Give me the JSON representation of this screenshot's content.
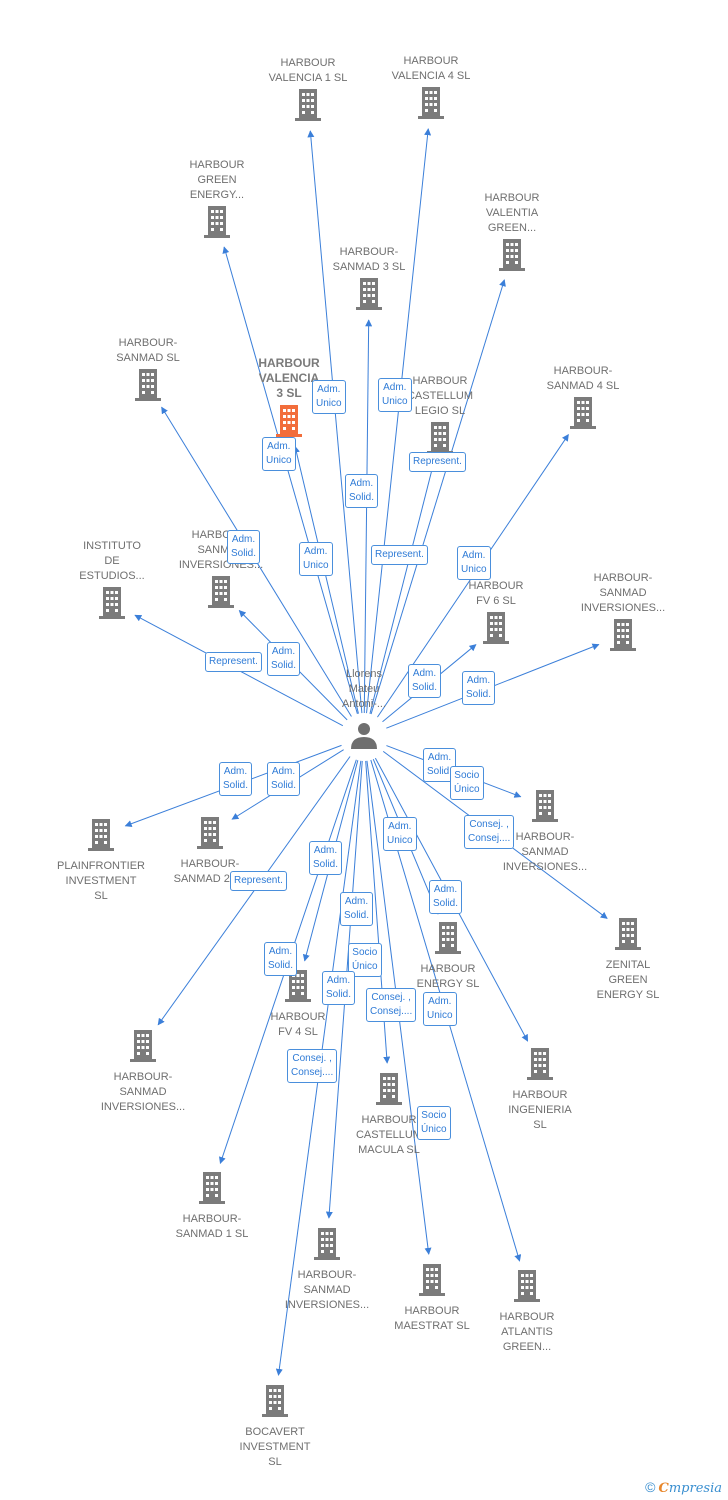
{
  "center": {
    "label_lines": [
      "Llorens",
      "Mateu",
      "Antoni-..."
    ],
    "icon": "person-icon"
  },
  "colors": {
    "edge": "#3b7fd9",
    "node": "#7b7b7b",
    "highlight": "#f26d3b"
  },
  "nodes": [
    {
      "id": "valencia1",
      "lines": [
        "HARBOUR",
        "VALENCIA 1  SL"
      ],
      "icon": "building-icon"
    },
    {
      "id": "valencia4",
      "lines": [
        "HARBOUR",
        "VALENCIA 4  SL"
      ],
      "icon": "building-icon"
    },
    {
      "id": "green_energy",
      "lines": [
        "HARBOUR",
        "GREEN",
        "ENERGY..."
      ],
      "icon": "building-icon"
    },
    {
      "id": "valentia",
      "lines": [
        "HARBOUR",
        "VALENTIA",
        "GREEN..."
      ],
      "icon": "building-icon"
    },
    {
      "id": "sanmad3",
      "lines": [
        "HARBOUR-",
        "SANMAD 3  SL"
      ],
      "icon": "building-icon"
    },
    {
      "id": "sanmad",
      "lines": [
        "HARBOUR-",
        "SANMAD  SL"
      ],
      "icon": "building-icon"
    },
    {
      "id": "valencia3",
      "lines": [
        "HARBOUR",
        "VALENCIA",
        "3  SL"
      ],
      "icon": "building-icon",
      "highlight": true
    },
    {
      "id": "castellum_legio",
      "lines": [
        "HARBOUR",
        "CASTELLUM",
        "LEGIO  SL"
      ],
      "icon": "building-icon"
    },
    {
      "id": "sanmad4",
      "lines": [
        "HARBOUR-",
        "SANMAD 4  SL"
      ],
      "icon": "building-icon"
    },
    {
      "id": "instituto",
      "lines": [
        "INSTITUTO",
        "DE",
        "ESTUDIOS..."
      ],
      "icon": "building-icon"
    },
    {
      "id": "sanmad_inv_a",
      "lines": [
        "HARBOUR-",
        "SANMAD",
        "INVERSIONES..."
      ],
      "icon": "building-icon"
    },
    {
      "id": "fv6",
      "lines": [
        "HARBOUR",
        "FV 6  SL"
      ],
      "icon": "building-icon"
    },
    {
      "id": "sanmad_inv_b",
      "lines": [
        "HARBOUR-",
        "SANMAD",
        "INVERSIONES..."
      ],
      "icon": "building-icon"
    },
    {
      "id": "plainfrontier",
      "lines": [
        "PLAINFRONTIER",
        "INVESTMENT",
        "SL"
      ],
      "icon": "building-icon"
    },
    {
      "id": "sanmad2",
      "lines": [
        "HARBOUR-",
        "SANMAD 2  SL"
      ],
      "icon": "building-icon"
    },
    {
      "id": "sanmad_inv_c",
      "lines": [
        "HARBOUR-",
        "SANMAD",
        "INVERSIONES..."
      ],
      "icon": "building-icon"
    },
    {
      "id": "zenital",
      "lines": [
        "ZENITAL",
        "GREEN",
        "ENERGY  SL"
      ],
      "icon": "building-icon"
    },
    {
      "id": "energy",
      "lines": [
        "HARBOUR",
        "ENERGY  SL"
      ],
      "icon": "building-icon"
    },
    {
      "id": "fv4",
      "lines": [
        "HARBOUR",
        "FV 4  SL"
      ],
      "icon": "building-icon"
    },
    {
      "id": "sanmad_inv_d",
      "lines": [
        "HARBOUR-",
        "SANMAD",
        "INVERSIONES..."
      ],
      "icon": "building-icon"
    },
    {
      "id": "ingenieria",
      "lines": [
        "HARBOUR",
        "INGENIERIA",
        "SL"
      ],
      "icon": "building-icon"
    },
    {
      "id": "castellum_macula",
      "lines": [
        "HARBOUR",
        "CASTELLUM",
        "MACULA  SL"
      ],
      "icon": "building-icon"
    },
    {
      "id": "sanmad1",
      "lines": [
        "HARBOUR-",
        "SANMAD 1  SL"
      ],
      "icon": "building-icon"
    },
    {
      "id": "sanmad_inv_e",
      "lines": [
        "HARBOUR-",
        "SANMAD",
        "INVERSIONES..."
      ],
      "icon": "building-icon"
    },
    {
      "id": "maestrat",
      "lines": [
        "HARBOUR",
        "MAESTRAT  SL"
      ],
      "icon": "building-icon"
    },
    {
      "id": "atlantis",
      "lines": [
        "HARBOUR",
        "ATLANTIS",
        "GREEN..."
      ],
      "icon": "building-icon"
    },
    {
      "id": "bocavert",
      "lines": [
        "BOCAVERT",
        "INVESTMENT",
        "SL"
      ],
      "icon": "building-icon"
    }
  ],
  "roles": [
    {
      "text": "Adm.\nUnico",
      "target": "valencia1"
    },
    {
      "text": "Adm.\nUnico",
      "target": "valencia4"
    },
    {
      "text": "Adm.\nUnico",
      "target": "valencia3"
    },
    {
      "text": "Represent.",
      "target": "castellum_legio"
    },
    {
      "text": "Adm.\nSolid.",
      "target": "sanmad3"
    },
    {
      "text": "Adm.\nSolid.",
      "target": "sanmad"
    },
    {
      "text": "Adm.\nUnico",
      "target": "green_energy"
    },
    {
      "text": "Represent.",
      "target": "valentia"
    },
    {
      "text": "Adm.\nUnico",
      "target": "sanmad4"
    },
    {
      "text": "Adm.\nSolid.",
      "target": "sanmad_inv_a"
    },
    {
      "text": "Represent.",
      "target": "instituto"
    },
    {
      "text": "Adm.\nSolid.",
      "target": "fv6"
    },
    {
      "text": "Adm.\nSolid.",
      "target": "sanmad_inv_b"
    },
    {
      "text": "Adm.\nSolid.",
      "target": "plainfrontier"
    },
    {
      "text": "Adm.\nSolid.",
      "target": "sanmad2"
    },
    {
      "text": "Adm.\nSolid.",
      "target": "zenital"
    },
    {
      "text": "Socio\nÚnico",
      "target": "zenital"
    },
    {
      "text": "Consej. ,\nConsej....",
      "target": "zenital"
    },
    {
      "text": "Adm.\nUnico",
      "target": "ingenieria"
    },
    {
      "text": "Adm.\nSolid.",
      "target": "energy"
    },
    {
      "text": "Adm.\nSolid.",
      "target": "fv4"
    },
    {
      "text": "Represent.",
      "target": "castellum_macula"
    },
    {
      "text": "Adm.\nSolid.",
      "target": "sanmad_inv_c"
    },
    {
      "text": "Adm.\nSolid.",
      "target": "sanmad1"
    },
    {
      "text": "Socio\nÚnico",
      "target": "maestrat"
    },
    {
      "text": "Adm.\nSolid.",
      "target": "sanmad_inv_e"
    },
    {
      "text": "Consej. ,\nConsej....",
      "target": "maestrat"
    },
    {
      "text": "Adm.\nUnico",
      "target": "atlantis"
    },
    {
      "text": "Consej. ,\nConsej....",
      "target": "bocavert"
    },
    {
      "text": "Socio\nÚnico",
      "target": "maestrat"
    }
  ],
  "footer": {
    "copyright": "©",
    "brand_e": "C",
    "brand_rest": "mpresia"
  }
}
